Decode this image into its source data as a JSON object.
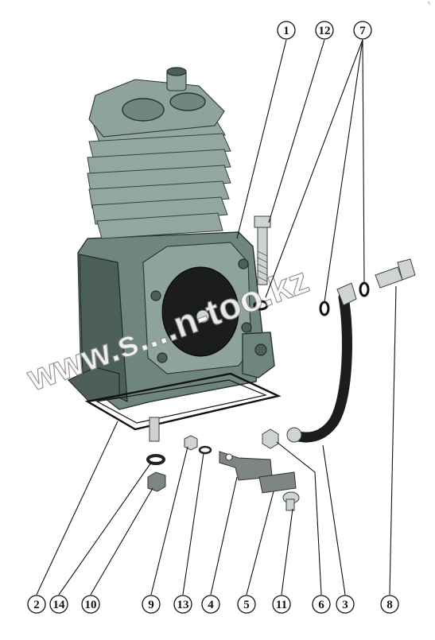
{
  "corner_mark": "ⁿᵢ",
  "watermark": "www.s....n-too.kz",
  "callouts": [
    {
      "label": "1",
      "part": "compressor-body"
    },
    {
      "label": "12",
      "part": "bolt"
    },
    {
      "label": "7",
      "part": "sealing-rings"
    },
    {
      "label": "2",
      "part": "gasket"
    },
    {
      "label": "14",
      "part": "washer"
    },
    {
      "label": "10",
      "part": "nut"
    },
    {
      "label": "9",
      "part": "nut-small"
    },
    {
      "label": "13",
      "part": "spring-washer"
    },
    {
      "label": "4",
      "part": "bracket"
    },
    {
      "label": "5",
      "part": "clamp-plate"
    },
    {
      "label": "11",
      "part": "screw"
    },
    {
      "label": "6",
      "part": "union-nut"
    },
    {
      "label": "3",
      "part": "hose"
    },
    {
      "label": "8",
      "part": "banjo-bolt"
    }
  ],
  "colors": {
    "body": "#6f8580",
    "hose": "#1a1d1c",
    "lines": "#111111",
    "background": "#ffffff"
  }
}
